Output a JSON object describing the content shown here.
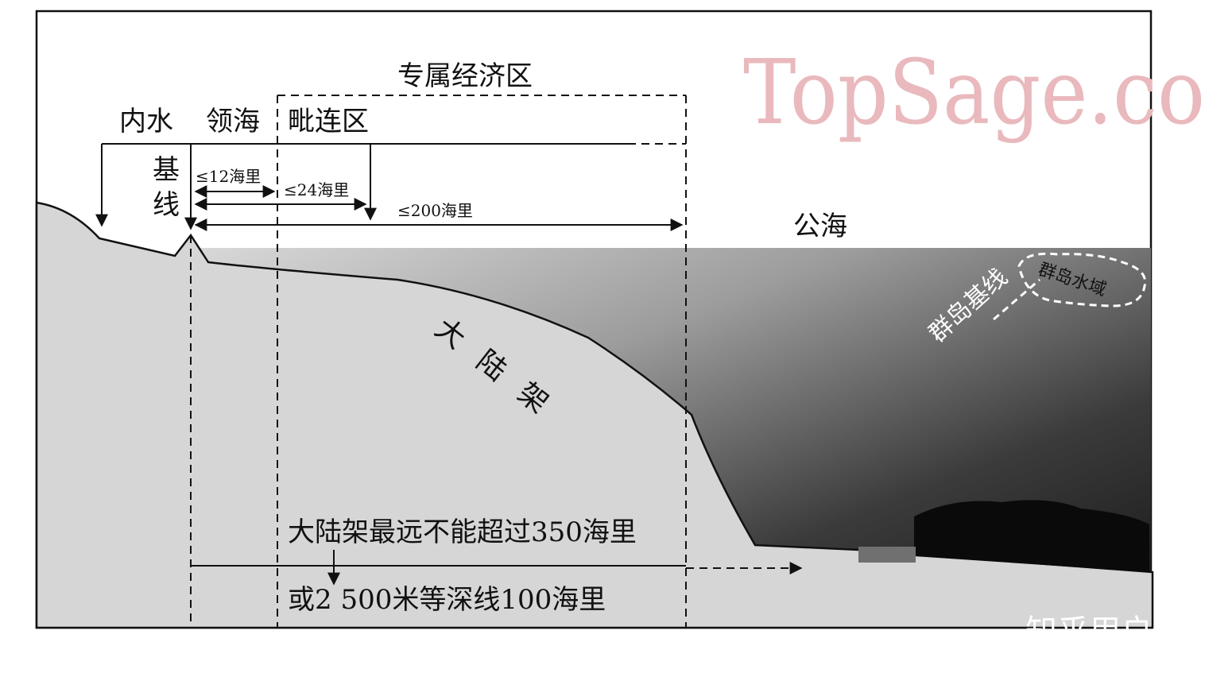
{
  "labels": {
    "eez": "专属经济区",
    "internal_waters": "内水",
    "territorial_sea": "领海",
    "contiguous_zone": "毗连区",
    "baseline": "基线",
    "limit_12": "≤12海里",
    "limit_24": "≤24海里",
    "limit_200": "≤200海里",
    "high_seas": "公海",
    "continental_shelf": "大陆架",
    "archipelagic_baseline": "群岛基线",
    "archipelagic_waters": "群岛水域",
    "shelf_limit_line1": "大陆架最远不能超过350海里",
    "shelf_limit_line2": "或2 500米等深线100海里"
  },
  "watermark": {
    "text": "TopSage.co",
    "source": "知乎用户"
  },
  "colors": {
    "land": "#d6d6d6",
    "deep_sea": "#1d1d1d",
    "line": "#111111",
    "watermark": "#e9b9bd"
  }
}
